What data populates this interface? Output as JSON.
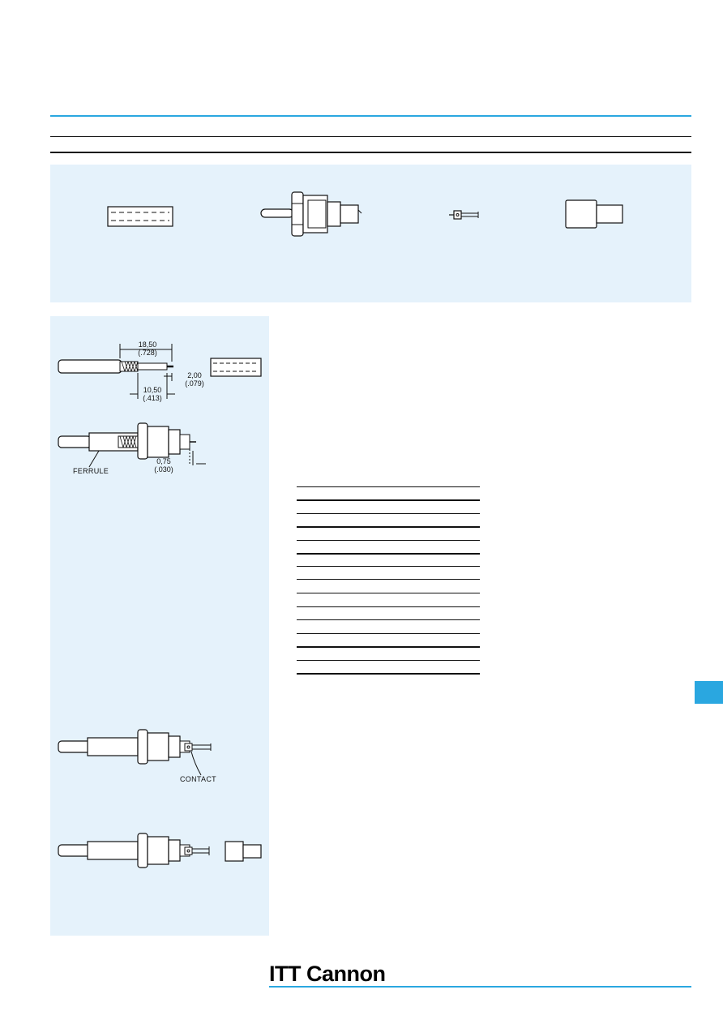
{
  "colors": {
    "accent": "#2aa7e0",
    "panel_fill": "#e5f2fb",
    "ink": "#111111"
  },
  "dimensions": {
    "strip_overall_mm": "18,50",
    "strip_overall_in": "(.728)",
    "strip_center_mm": "2,00",
    "strip_center_in": "(.079)",
    "strip_braid_mm": "10,50",
    "strip_braid_in": "(.413)",
    "gap_mm": "0,75",
    "gap_in": "(.030)"
  },
  "callouts": {
    "ferrule": "FERRULE",
    "contact": "CONTACT"
  },
  "table": {
    "rule_count": 15
  },
  "brand": {
    "name": "ITT Cannon"
  }
}
